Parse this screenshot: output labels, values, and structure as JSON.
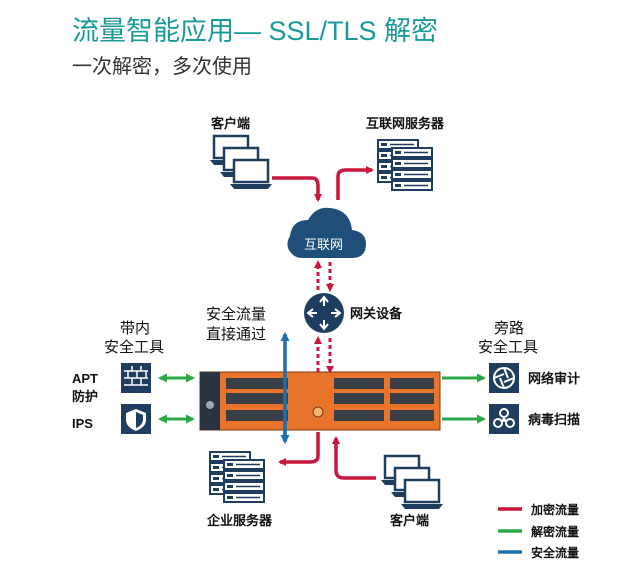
{
  "title": "流量智能应用— SSL/TLS 解密",
  "subtitle": "一次解密，多次使用",
  "nodes": {
    "client_top": "客户端",
    "internet_servers": "互联网服务器",
    "internet": "互联网",
    "gateway": "网关设备",
    "inline_line1": "带内",
    "inline_line2": "安全工具",
    "passthru_line1": "安全流量",
    "passthru_line2": "直接通过",
    "bypass_line1": "旁路",
    "bypass_line2": "安全工具",
    "apt_line1": "APT",
    "apt_line2": "防护",
    "ips": "IPS",
    "net_audit": "网络审计",
    "virus_scan": "病毒扫描",
    "enterprise_servers": "企业服务器",
    "client_bottom": "客户端"
  },
  "legend": [
    {
      "label": "加密流量",
      "color": "#c8173f"
    },
    {
      "label": "解密流量",
      "color": "#2aa847"
    },
    {
      "label": "安全流量",
      "color": "#1f6fae"
    }
  ],
  "colors": {
    "title": "#1a9a97",
    "encrypted": "#c8173f",
    "decrypted": "#2aa847",
    "secure": "#1f6fae",
    "icon_navy": "#1f3d5f",
    "appliance_orange": "#e8732a"
  }
}
